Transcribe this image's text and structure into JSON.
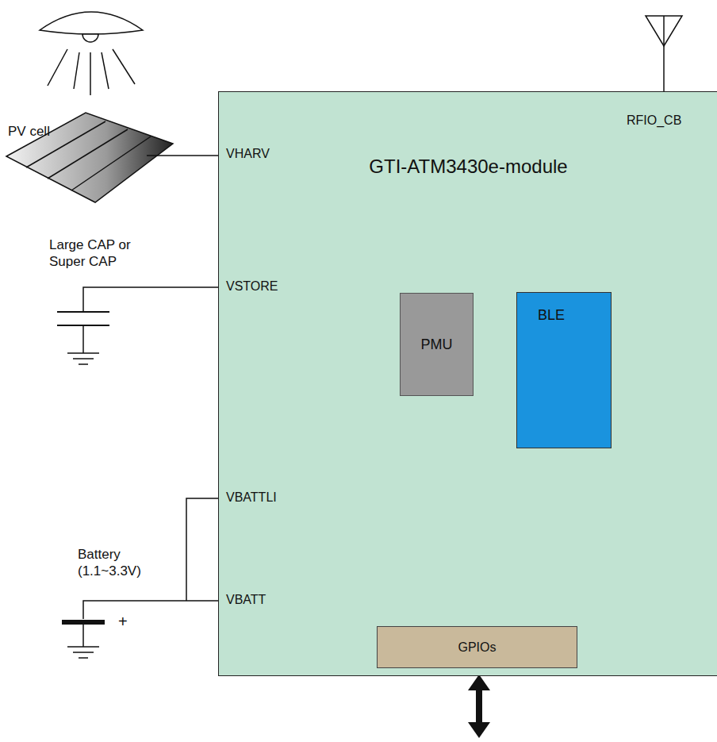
{
  "diagram": {
    "nodes": [
      {
        "text": [
          "GTI-ATM3430e-module"
        ]
      },
      {
        "text": [
          "PMU"
        ],
        "in": 0
      },
      {
        "text": [
          "BLE"
        ],
        "in": 0
      },
      {
        "text": [
          "GPIOs"
        ],
        "in": 0
      }
    ],
    "labels": [
      "PV cell",
      "Large CAP or Super CAP",
      "Battery (1.1~3.3V)",
      "+",
      "VHARV",
      "VSTORE",
      "VBATTLI",
      "VBATT",
      "RFIO_CB"
    ]
  }
}
